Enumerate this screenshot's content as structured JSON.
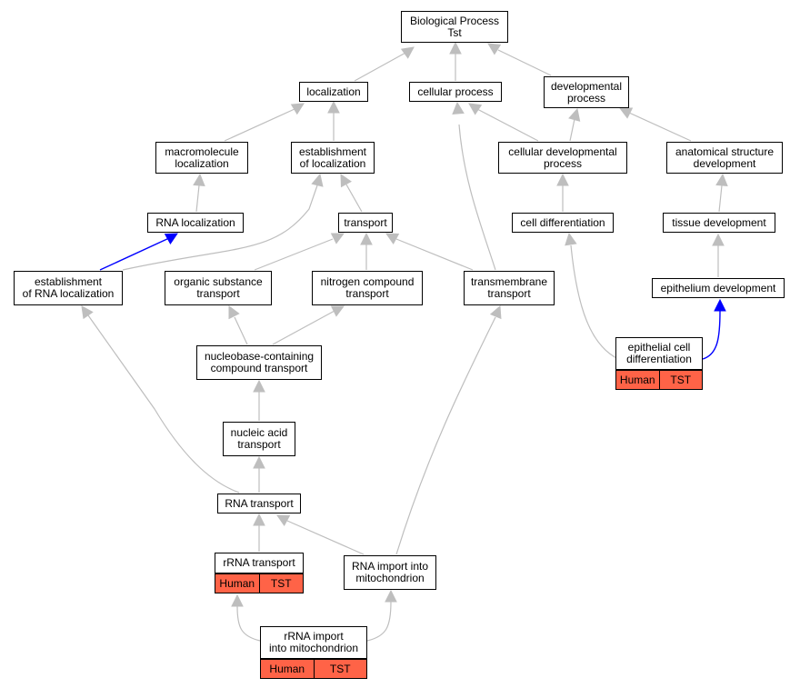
{
  "colors": {
    "edge": "#bebebe",
    "edge_highlight": "#0000ff",
    "annotation_bg": "#ff6347"
  },
  "nodes": {
    "bp": [
      "Biological Process",
      "Tst"
    ],
    "localization": [
      "localization"
    ],
    "cellular_process": [
      "cellular process"
    ],
    "developmental_process": [
      "developmental",
      "process"
    ],
    "macromolecule_localization": [
      "macromolecule",
      "localization"
    ],
    "establishment_of_localization": [
      "establishment",
      "of localization"
    ],
    "cellular_developmental_process": [
      "cellular developmental",
      "process"
    ],
    "anatomical_structure_development": [
      "anatomical structure",
      "development"
    ],
    "rna_localization": [
      "RNA localization"
    ],
    "transport": [
      "transport"
    ],
    "cell_differentiation": [
      "cell differentiation"
    ],
    "tissue_development": [
      "tissue development"
    ],
    "establishment_of_rna_localization": [
      "establishment",
      "of RNA localization"
    ],
    "organic_substance_transport": [
      "organic substance",
      "transport"
    ],
    "nitrogen_compound_transport": [
      "nitrogen compound",
      "transport"
    ],
    "transmembrane_transport": [
      "transmembrane",
      "transport"
    ],
    "epithelium_development": [
      "epithelium development"
    ],
    "epithelial_cell_differentiation": [
      "epithelial cell",
      "differentiation"
    ],
    "nucleobase_transport": [
      "nucleobase-containing",
      "compound transport"
    ],
    "nucleic_acid_transport": [
      "nucleic acid",
      "transport"
    ],
    "rna_transport": [
      "RNA transport"
    ],
    "rrna_transport": [
      "rRNA transport"
    ],
    "rna_import_mitochondrion": [
      "RNA import into",
      "mitochondrion"
    ],
    "rrna_import_mitochondrion": [
      "rRNA import",
      "into mitochondrion"
    ]
  },
  "annotations": {
    "epithelial_cell_differentiation": [
      "Human",
      "TST"
    ],
    "rrna_transport": [
      "Human",
      "TST"
    ],
    "rrna_import_mitochondrion": [
      "Human",
      "TST"
    ]
  }
}
